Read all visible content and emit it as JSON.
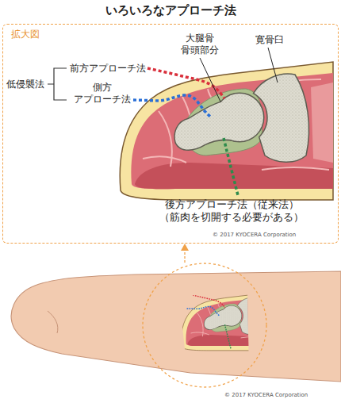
{
  "diagram": {
    "title": "いろいろなアプローチ法",
    "nodes": [
      {
        "text": [
          "拡大図"
        ]
      }
    ],
    "labels": [
      "大腿骨 骨頭部分",
      "寛骨臼",
      "低侵襲法",
      "前方アプローチ法",
      "側方 アプローチ法",
      "後方アプローチ法（従来法） （筋肉を切開する必要がある）",
      "© 2017 KYOCERA Corporation",
      "© 2017 KYOCERA Corporation"
    ]
  }
}
